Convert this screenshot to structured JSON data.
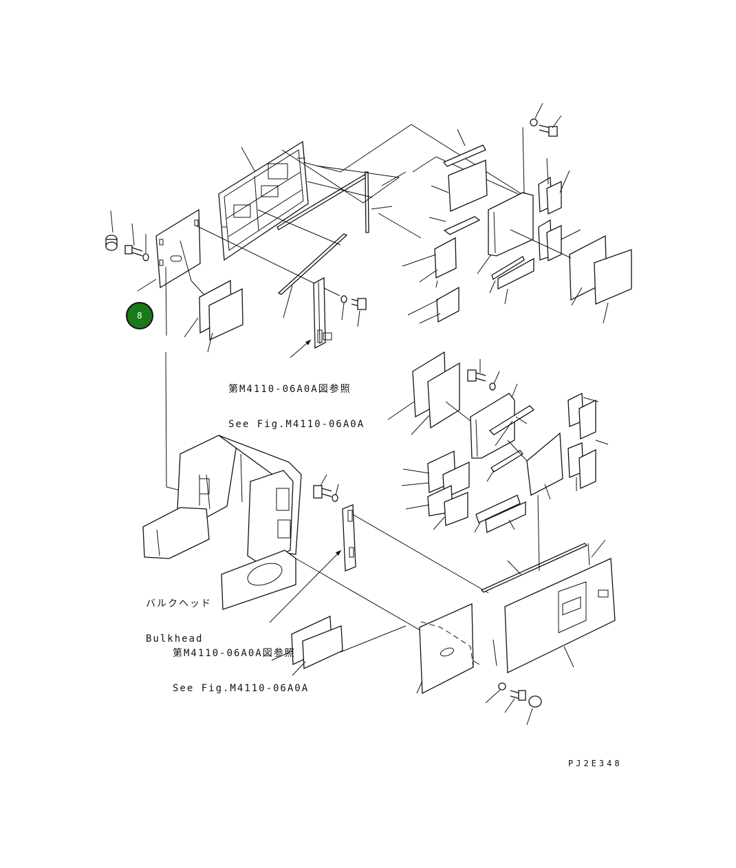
{
  "callout_badge": {
    "number": "8",
    "color": "#1a7a1a"
  },
  "reference_labels": [
    {
      "jp": "第M4110-06A0A図参照",
      "en": "See Fig.M4110-06A0A"
    },
    {
      "jp": "第M4110-06A0A図参照",
      "en": "See Fig.M4110-06A0A"
    }
  ],
  "bulkhead_label": {
    "jp": "バルクヘッド",
    "en": "Bulkhead"
  },
  "drawing_code": "PJ2E348"
}
